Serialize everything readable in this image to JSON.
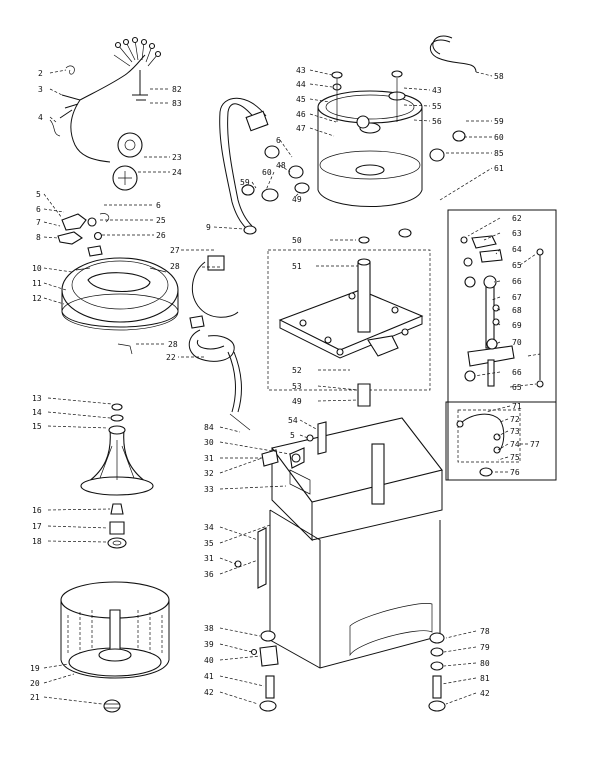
{
  "callouts": [
    {
      "id": "c2",
      "label": "2"
    },
    {
      "id": "c3",
      "label": "3"
    },
    {
      "id": "c4",
      "label": "4"
    },
    {
      "id": "c23",
      "label": "23"
    },
    {
      "id": "c24",
      "label": "24"
    },
    {
      "id": "c82",
      "label": "82"
    },
    {
      "id": "c83",
      "label": "83"
    },
    {
      "id": "c5a",
      "label": "5"
    },
    {
      "id": "c6a",
      "label": "6"
    },
    {
      "id": "c7",
      "label": "7"
    },
    {
      "id": "c8",
      "label": "8"
    },
    {
      "id": "c6b",
      "label": "6"
    },
    {
      "id": "c25",
      "label": "25"
    },
    {
      "id": "c26",
      "label": "26"
    },
    {
      "id": "c27",
      "label": "27"
    },
    {
      "id": "c10",
      "label": "10"
    },
    {
      "id": "c11",
      "label": "11"
    },
    {
      "id": "c12",
      "label": "12"
    },
    {
      "id": "c28a",
      "label": "28"
    },
    {
      "id": "c28b",
      "label": "28"
    },
    {
      "id": "c22",
      "label": "22"
    },
    {
      "id": "c9",
      "label": "9"
    },
    {
      "id": "c43a",
      "label": "43"
    },
    {
      "id": "c44",
      "label": "44"
    },
    {
      "id": "c45",
      "label": "45"
    },
    {
      "id": "c46",
      "label": "46"
    },
    {
      "id": "c47",
      "label": "47"
    },
    {
      "id": "c6c",
      "label": "6"
    },
    {
      "id": "c48",
      "label": "48"
    },
    {
      "id": "c60a",
      "label": "60"
    },
    {
      "id": "c59a",
      "label": "59"
    },
    {
      "id": "c49",
      "label": "49"
    },
    {
      "id": "c43b",
      "label": "43"
    },
    {
      "id": "c55",
      "label": "55"
    },
    {
      "id": "c56",
      "label": "56"
    },
    {
      "id": "c58",
      "label": "58"
    },
    {
      "id": "c59b",
      "label": "59"
    },
    {
      "id": "c60b",
      "label": "60"
    },
    {
      "id": "c85",
      "label": "85"
    },
    {
      "id": "c61",
      "label": "61"
    },
    {
      "id": "c50",
      "label": "50"
    },
    {
      "id": "c51",
      "label": "51"
    },
    {
      "id": "c52",
      "label": "52"
    },
    {
      "id": "c53",
      "label": "53"
    },
    {
      "id": "c49b",
      "label": "49"
    },
    {
      "id": "c62",
      "label": "62"
    },
    {
      "id": "c63",
      "label": "63"
    },
    {
      "id": "c64",
      "label": "64"
    },
    {
      "id": "c65a",
      "label": "65"
    },
    {
      "id": "c66a",
      "label": "66"
    },
    {
      "id": "c67",
      "label": "67"
    },
    {
      "id": "c68",
      "label": "68"
    },
    {
      "id": "c69",
      "label": "69"
    },
    {
      "id": "c70",
      "label": "70"
    },
    {
      "id": "c66b",
      "label": "66"
    },
    {
      "id": "c65b",
      "label": "65"
    },
    {
      "id": "c71",
      "label": "71"
    },
    {
      "id": "c72",
      "label": "72"
    },
    {
      "id": "c73",
      "label": "73"
    },
    {
      "id": "c74",
      "label": "74"
    },
    {
      "id": "c75",
      "label": "75"
    },
    {
      "id": "c76",
      "label": "76"
    },
    {
      "id": "c77",
      "label": "77"
    },
    {
      "id": "c13",
      "label": "13"
    },
    {
      "id": "c14",
      "label": "14"
    },
    {
      "id": "c15",
      "label": "15"
    },
    {
      "id": "c16",
      "label": "16"
    },
    {
      "id": "c17",
      "label": "17"
    },
    {
      "id": "c18",
      "label": "18"
    },
    {
      "id": "c19",
      "label": "19"
    },
    {
      "id": "c20",
      "label": "20"
    },
    {
      "id": "c21",
      "label": "21"
    },
    {
      "id": "c84",
      "label": "84"
    },
    {
      "id": "c30",
      "label": "30"
    },
    {
      "id": "c31a",
      "label": "31"
    },
    {
      "id": "c32",
      "label": "32"
    },
    {
      "id": "c33",
      "label": "33"
    },
    {
      "id": "c34",
      "label": "34"
    },
    {
      "id": "c35",
      "label": "35"
    },
    {
      "id": "c31b",
      "label": "31"
    },
    {
      "id": "c36",
      "label": "36"
    },
    {
      "id": "c54",
      "label": "54"
    },
    {
      "id": "c5b",
      "label": "5"
    },
    {
      "id": "c38",
      "label": "38"
    },
    {
      "id": "c39",
      "label": "39"
    },
    {
      "id": "c40",
      "label": "40"
    },
    {
      "id": "c41",
      "label": "41"
    },
    {
      "id": "c42a",
      "label": "42"
    },
    {
      "id": "c78",
      "label": "78"
    },
    {
      "id": "c79",
      "label": "79"
    },
    {
      "id": "c80",
      "label": "80"
    },
    {
      "id": "c81",
      "label": "81"
    },
    {
      "id": "c42b",
      "label": "42"
    }
  ]
}
